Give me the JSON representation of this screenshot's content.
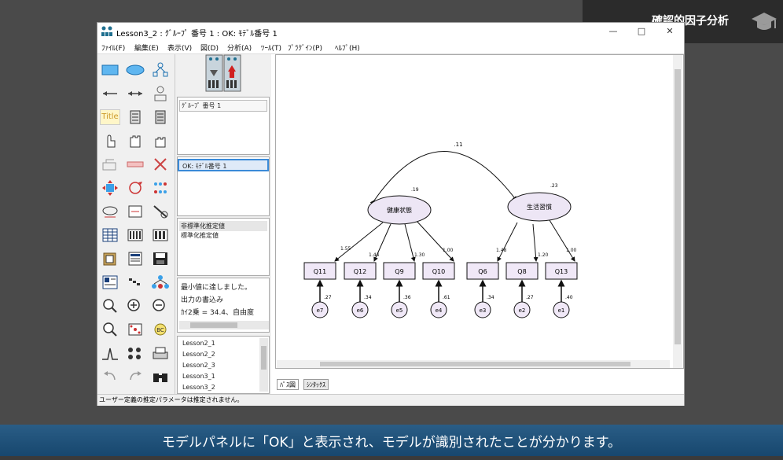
{
  "badge": {
    "text": "確認的因子分析",
    "icon": "graduation-cap-icon"
  },
  "window": {
    "title": "Lesson3_2 : ｸﾞﾙｰﾌﾟ 番号 1 : OK: ﾓﾃﾞﾙ番号 1",
    "controls": [
      "—",
      "□",
      "✕"
    ]
  },
  "menu": [
    "ﾌｧｲﾙ(F)",
    "編集(E)",
    "表示(V)",
    "図(D)",
    "分析(A)",
    "ﾂｰﾙ(T)",
    "ﾌﾟﾗｸﾞｲﾝ(P)",
    "ﾍﾙﾌﾟ(H)"
  ],
  "groups_panel": {
    "item": "ｸﾞﾙｰﾌﾟ 番号 1"
  },
  "models_panel": {
    "item": "OK: ﾓﾃﾞﾙ番号 1"
  },
  "estimates_panel": {
    "items": [
      "非標準化推定値",
      "標準化推定値"
    ]
  },
  "messages_panel": {
    "lines": [
      "最小値に達しました。",
      "出力の書込み",
      "ｶｲ2乗 = 34.4、自由度"
    ]
  },
  "files_panel": {
    "items": [
      "Lesson2_1",
      "Lesson2_2",
      "Lesson2_3",
      "Lesson3_1",
      "Lesson3_2"
    ]
  },
  "tabs": [
    "ﾊﾟｽ図",
    "ｼﾝﾀｯｸｽ"
  ],
  "status": "ユーザー定義の推定パラメータは推定されません。",
  "diagram": {
    "factors": [
      {
        "label": "健康状態",
        "r2": ".19"
      },
      {
        "label": "生活習慣",
        "r2": ".23"
      }
    ],
    "covariance": ".11",
    "observed": [
      {
        "label": "Q11",
        "loading": "1.55",
        "err": "e7",
        "err_var": ".27"
      },
      {
        "label": "Q12",
        "loading": "1.44",
        "err": "e6",
        "err_var": ".34"
      },
      {
        "label": "Q9",
        "loading": "1.30",
        "err": "e5",
        "err_var": ".36"
      },
      {
        "label": "Q10",
        "loading": "1.00",
        "err": "e4",
        "err_var": ".61"
      },
      {
        "label": "Q6",
        "loading": "1.48",
        "err": "e3",
        "err_var": ".34"
      },
      {
        "label": "Q8",
        "loading": "1.20",
        "err": "e2",
        "err_var": ".27"
      },
      {
        "label": "Q13",
        "loading": "1.00",
        "err": "e1",
        "err_var": ".40"
      }
    ]
  },
  "subtitle": "モデルパネルに「OK」と表示され、モデルが識別されたことが分かります。",
  "colors": {
    "subtitle_bar": "#1f5480",
    "observed_fill": "#f0e8f7",
    "latent_fill": "#ede6f5",
    "tool_blue": "#3aa0e8"
  }
}
